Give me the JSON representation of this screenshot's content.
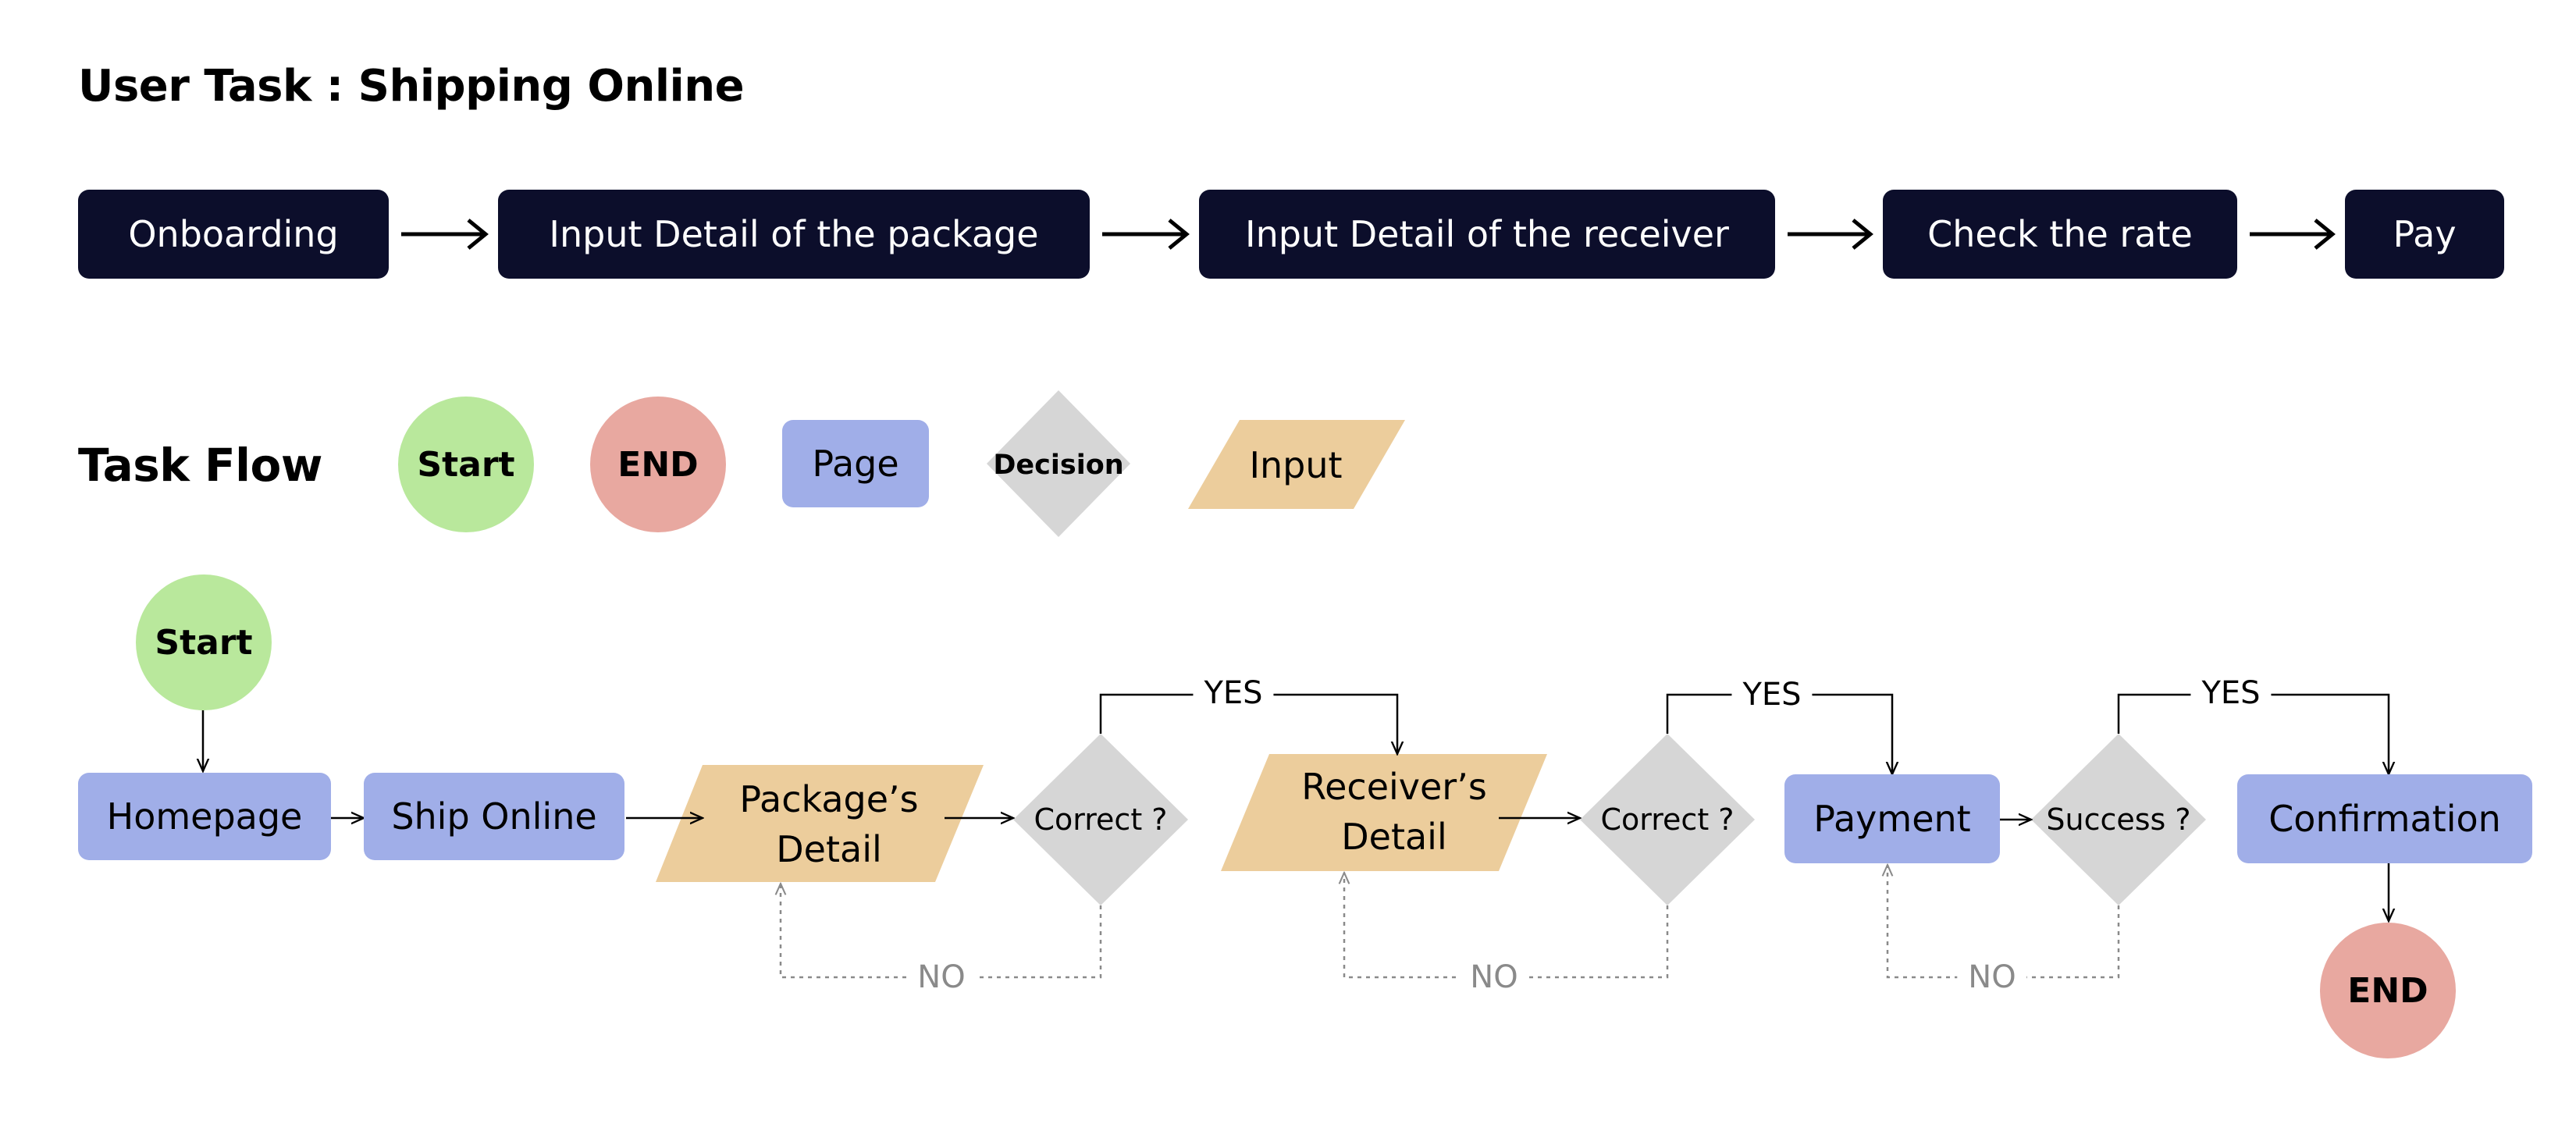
{
  "title": "User Task : Shipping Online",
  "user_task_steps": [
    "Onboarding",
    "Input Detail of  the package",
    "Input Detail of the receiver",
    "Check the rate",
    "Pay"
  ],
  "legend": {
    "heading": "Task Flow",
    "start": "Start",
    "end": "END",
    "page": "Page",
    "decision": "Decision",
    "input": "Input"
  },
  "flow": {
    "start": "Start",
    "homepage": "Homepage",
    "ship_online": "Ship Online",
    "package_detail_line1": "Package’s",
    "package_detail_line2": "Detail",
    "decision_correct_1": "Correct ?",
    "receiver_detail_line1": "Receiver’s",
    "receiver_detail_line2": "Detail",
    "decision_correct_2": "Correct ?",
    "payment": "Payment",
    "decision_success": "Success ?",
    "confirmation": "Confirmation",
    "end": "END",
    "yes_label": "YES",
    "no_label": "NO"
  },
  "colors": {
    "dark_step": "#0c0e2b",
    "start_green": "#b9e89c",
    "end_red": "#e8a8a0",
    "page_blue": "#a0aee8",
    "decision_gray": "#d6d6d6",
    "input_tan": "#eccd9c"
  }
}
